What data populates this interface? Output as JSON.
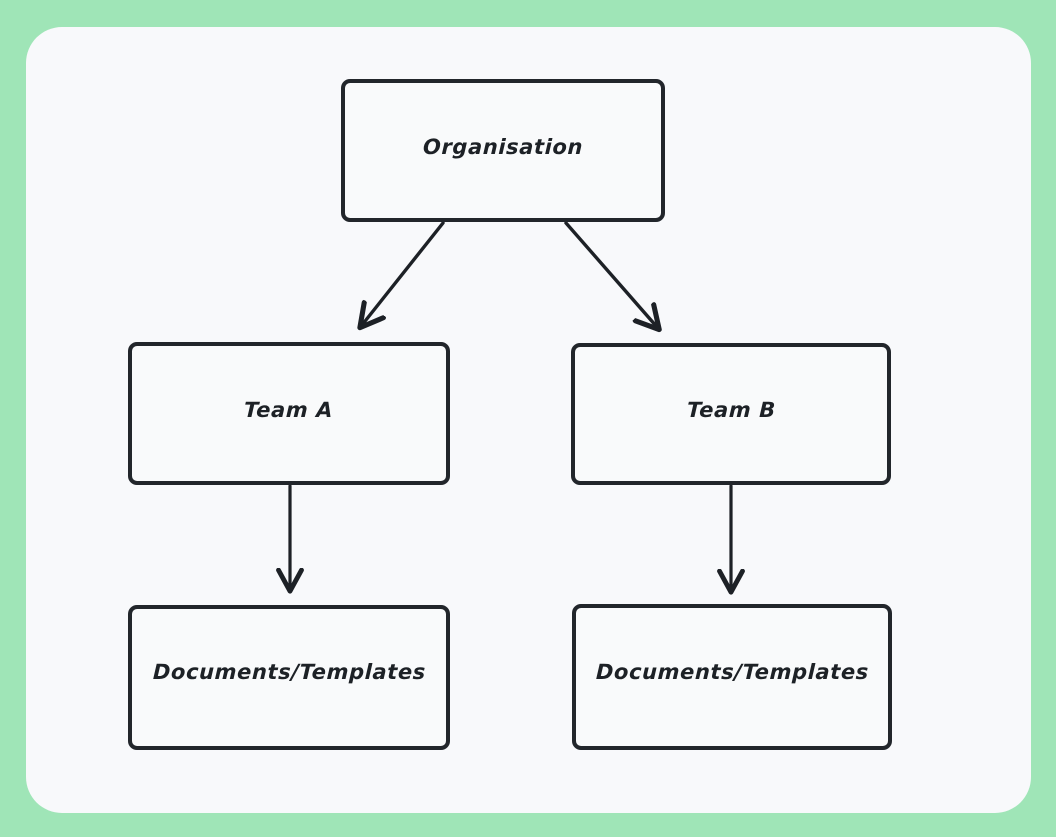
{
  "canvas": {
    "background_color": "#9FE5B7",
    "card_color": "#F8F9FB"
  },
  "diagram": {
    "type": "flowchart",
    "style": "hand-drawn",
    "node_fill": "#F9FAFB",
    "node_stroke": "#22262B",
    "edge_color": "#1D2126",
    "nodes": [
      {
        "id": "organisation",
        "label": "Organisation",
        "level": 0
      },
      {
        "id": "team_a",
        "label": "Team A",
        "level": 1
      },
      {
        "id": "team_b",
        "label": "Team B",
        "level": 1
      },
      {
        "id": "docs_a",
        "label": "Documents/Templates",
        "level": 2
      },
      {
        "id": "docs_b",
        "label": "Documents/Templates",
        "level": 2
      }
    ],
    "edges": [
      {
        "id": "org-to-team-a",
        "from": "organisation",
        "to": "team_a",
        "arrow": "end"
      },
      {
        "id": "org-to-team-b",
        "from": "organisation",
        "to": "team_b",
        "arrow": "end"
      },
      {
        "id": "team-a-to-docs-a",
        "from": "team_a",
        "to": "docs_a",
        "arrow": "end"
      },
      {
        "id": "team-b-to-docs-b",
        "from": "team_b",
        "to": "docs_b",
        "arrow": "end"
      }
    ]
  }
}
